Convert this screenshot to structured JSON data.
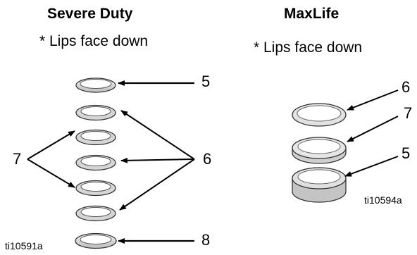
{
  "left_panel": {
    "title": "Severe Duty",
    "note": "* Lips face down",
    "callouts": {
      "c5": "5",
      "c6": "6",
      "c7": "7",
      "c8": "8"
    },
    "figure_id": "ti10591a"
  },
  "right_panel": {
    "title": "MaxLife",
    "note": "* Lips face down",
    "callouts": {
      "c6": "6",
      "c7": "7",
      "c5": "5"
    },
    "figure_id": "ti10594a"
  }
}
